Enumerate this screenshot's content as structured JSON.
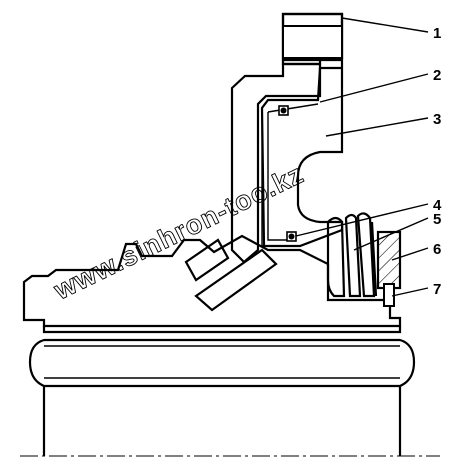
{
  "diagram": {
    "callouts": [
      {
        "number": "1"
      },
      {
        "number": "2"
      },
      {
        "number": "3"
      },
      {
        "number": "4"
      },
      {
        "number": "5"
      },
      {
        "number": "6"
      },
      {
        "number": "7"
      }
    ],
    "watermark": "www.sinhron-too.kz"
  },
  "colors": {
    "line": "#000000",
    "background": "#ffffff"
  }
}
